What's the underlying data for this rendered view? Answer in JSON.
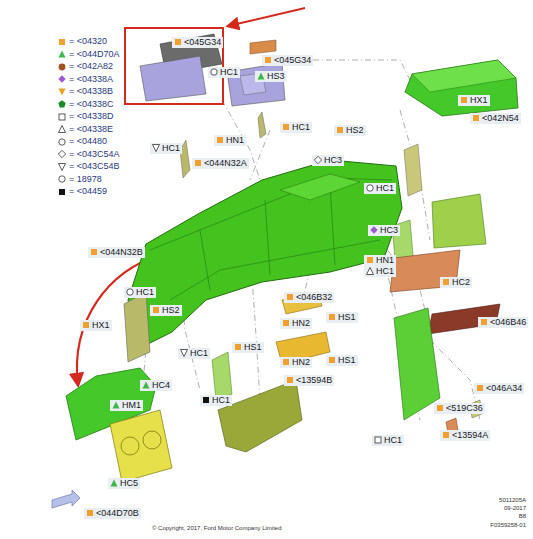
{
  "diagram": {
    "labels": [
      "<045G34",
      "HC1",
      "<045G34",
      "HS3",
      "HC1",
      "HS2",
      "HX1",
      "<042N54",
      "HC1",
      "HN1",
      "HC3",
      "<044N32A",
      "HC1",
      "HC3",
      "<044N32B",
      "HN1",
      "HC1",
      "HC2",
      "<046B32",
      "HC1",
      "HS2",
      "HN2",
      "HS1",
      "HS1",
      "HN2",
      "<13594B",
      "<046B46",
      "HS1",
      "HX1",
      "HC1",
      "<046A34",
      "<519C36",
      "<13594A",
      "HC4",
      "HM1",
      "HC1",
      "HC1",
      "<044D70B",
      "HC5",
      "5011205A",
      "09-2017",
      "B8",
      "F0359258-01",
      "© Copyright, 2017, Ford Motor Company Limited"
    ],
    "legend": [
      {
        "text": "= <04320",
        "color": "#f0a030"
      },
      {
        "text": "= <044D70A"
      },
      {
        "text": "= <042A82"
      },
      {
        "text": "= <04338A"
      },
      {
        "text": "= <04338B"
      },
      {
        "text": "= <04338C"
      },
      {
        "text": "= <04338D",
        "color": "#ffffff"
      },
      {
        "text": "= <04338E"
      },
      {
        "text": "= <04480"
      },
      {
        "text": "= <043C54A"
      },
      {
        "text": "= <043C54B"
      },
      {
        "text": "= 18978"
      },
      {
        "text": "= <04459",
        "color": "#111111"
      }
    ]
  }
}
